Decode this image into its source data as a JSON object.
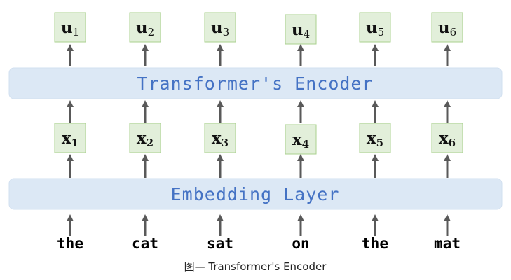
{
  "encoder_label": "Transformer's Encoder",
  "embedding_label": "Embedding Layer",
  "tokens": [
    "the",
    "cat",
    "sat",
    "on",
    "the",
    "mat"
  ],
  "inputs": [
    {
      "letter": "x",
      "sub": "1"
    },
    {
      "letter": "x",
      "sub": "2"
    },
    {
      "letter": "x",
      "sub": "3"
    },
    {
      "letter": "x",
      "sub": "4"
    },
    {
      "letter": "x",
      "sub": "5"
    },
    {
      "letter": "x",
      "sub": "6"
    }
  ],
  "outputs": [
    {
      "letter": "u",
      "sub": "1"
    },
    {
      "letter": "u",
      "sub": "2"
    },
    {
      "letter": "u",
      "sub": "3"
    },
    {
      "letter": "u",
      "sub": "4"
    },
    {
      "letter": "u",
      "sub": "5"
    },
    {
      "letter": "u",
      "sub": "6"
    }
  ],
  "caption": "图— Transformer's Encoder",
  "colors": {
    "layer_fill": "#dce8f5",
    "layer_text": "#4472c4",
    "box_fill": "#e2efda",
    "box_border": "#a9d18e",
    "arrow": "#595959"
  }
}
